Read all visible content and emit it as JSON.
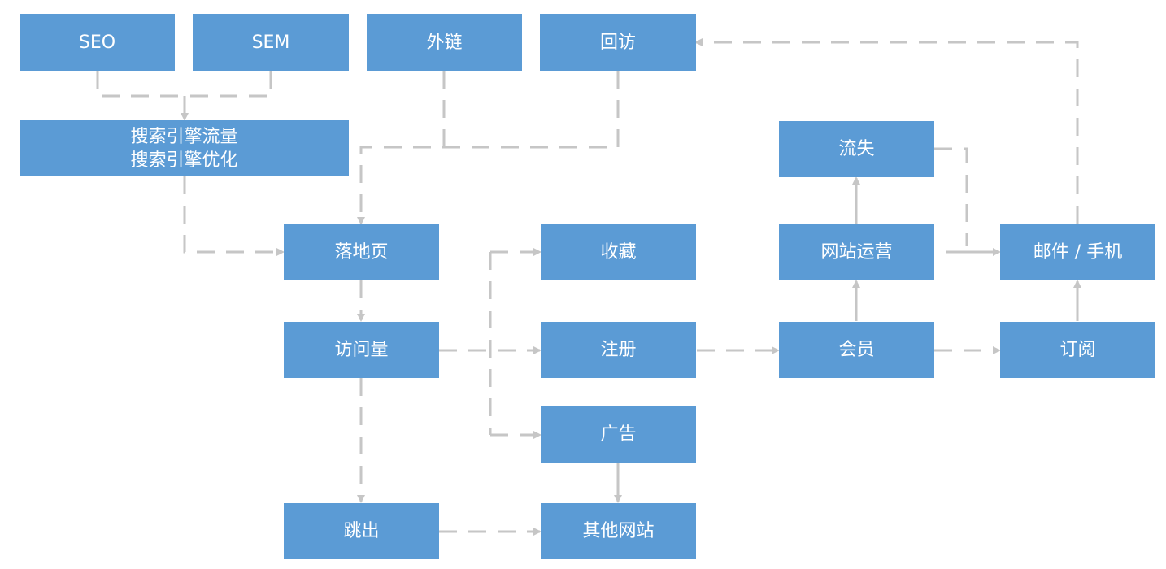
{
  "diagram": {
    "nodes": {
      "seo": "SEO",
      "sem": "SEM",
      "external_links": "外链",
      "revisit": "回访",
      "search_traffic": "搜索引擎流量",
      "search_optimization": "搜索引擎优化",
      "landing_page": "落地页",
      "visits": "访问量",
      "bounce": "跳出",
      "favorites": "收藏",
      "register": "注册",
      "ads": "广告",
      "other_sites": "其他网站",
      "churn": "流失",
      "site_operations": "网站运营",
      "member": "会员",
      "email_phone": "邮件 / 手机",
      "subscribe": "订阅"
    },
    "connectors": [
      {
        "from": "SEO",
        "to": "搜索引擎流量"
      },
      {
        "from": "SEM",
        "to": "搜索引擎流量"
      },
      {
        "from": "外链",
        "to": "落地页"
      },
      {
        "from": "回访",
        "to": "落地页"
      },
      {
        "from": "搜索引擎优化",
        "to": "落地页"
      },
      {
        "from": "落地页",
        "to": "访问量"
      },
      {
        "from": "访问量",
        "to": "跳出"
      },
      {
        "from": "访问量",
        "to": "收藏"
      },
      {
        "from": "访问量",
        "to": "注册"
      },
      {
        "from": "访问量",
        "to": "广告"
      },
      {
        "from": "跳出",
        "to": "其他网站"
      },
      {
        "from": "广告",
        "to": "其他网站"
      },
      {
        "from": "注册",
        "to": "会员"
      },
      {
        "from": "会员",
        "to": "网站运营"
      },
      {
        "from": "会员",
        "to": "订阅"
      },
      {
        "from": "网站运营",
        "to": "流失"
      },
      {
        "from": "网站运营",
        "to": "邮件 / 手机"
      },
      {
        "from": "流失",
        "to": "邮件 / 手机"
      },
      {
        "from": "订阅",
        "to": "邮件 / 手机"
      },
      {
        "from": "邮件 / 手机",
        "to": "回访"
      }
    ],
    "colors": {
      "box_fill": "#5b9bd5",
      "box_text": "#ffffff",
      "connector": "#c6c6c6"
    }
  }
}
